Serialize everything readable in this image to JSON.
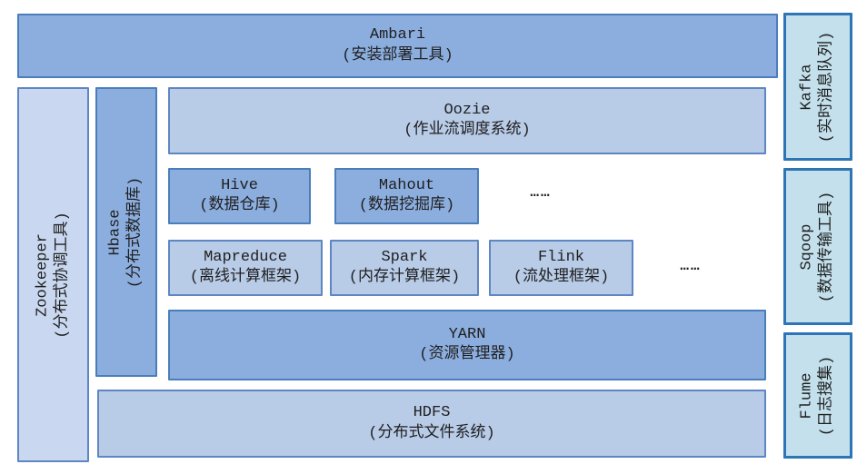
{
  "colors": {
    "medium_fill": "#8caedf",
    "medium_border": "#4a7ebb",
    "light_fill": "#b8cbe7",
    "light_border": "#5e86c2",
    "lighter_fill": "#c9d8f0",
    "cyan_fill": "#c3e0ec",
    "cyan_border": "#2e75b6",
    "text": "#1f1f1f",
    "canvas_bg": "#ffffff"
  },
  "boxes": {
    "ambari": {
      "name": "Ambari",
      "desc": "(安装部署工具)"
    },
    "zookeeper": {
      "name": "Zookeeper",
      "desc": "(分布式协调工具)"
    },
    "hbase": {
      "name": "Hbase",
      "desc": "(分布式数据库)"
    },
    "oozie": {
      "name": "Oozie",
      "desc": "(作业流调度系统)"
    },
    "hive": {
      "name": "Hive",
      "desc": "(数据仓库)"
    },
    "mahout": {
      "name": "Mahout",
      "desc": "(数据挖掘库)"
    },
    "mapreduce": {
      "name": "Mapreduce",
      "desc": "(离线计算框架)"
    },
    "spark": {
      "name": "Spark",
      "desc": "(内存计算框架)"
    },
    "flink": {
      "name": "Flink",
      "desc": "(流处理框架)"
    },
    "yarn": {
      "name": "YARN",
      "desc": "(资源管理器)"
    },
    "hdfs": {
      "name": "HDFS",
      "desc": "(分布式文件系统)"
    },
    "kafka": {
      "name": "Kafka",
      "desc": "(实时消息队列)"
    },
    "sqoop": {
      "name": "Sqoop",
      "desc": "(数据传输工具)"
    },
    "flume": {
      "name": "Flume",
      "desc": "(日志搜集)"
    }
  },
  "ellipsis": {
    "row1": "……",
    "row2": "……"
  }
}
